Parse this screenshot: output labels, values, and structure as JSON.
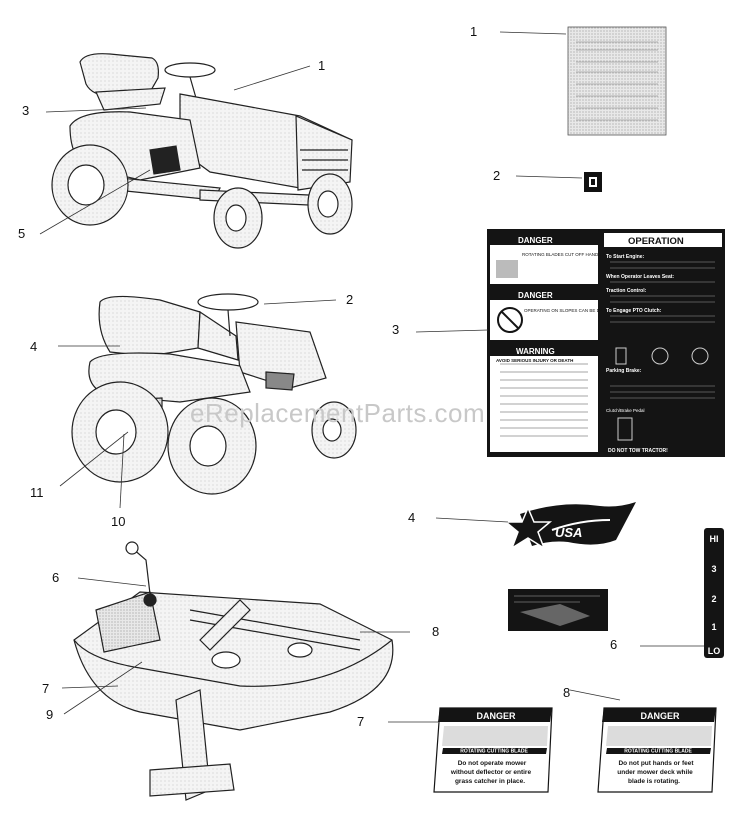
{
  "watermark": "eReplacementParts.com",
  "callouts": {
    "tractor1": {
      "c1": "1",
      "c3": "3",
      "c5": "5"
    },
    "tractor2": {
      "c2": "2",
      "c4": "4",
      "c11": "11",
      "c10": "10"
    },
    "deck": {
      "c6": "6",
      "c7": "7",
      "c9": "9",
      "c8": "8"
    },
    "labels": {
      "c1": "1",
      "c2": "2",
      "c3": "3",
      "c4": "4",
      "c6": "6",
      "c7": "7",
      "c8": "8"
    }
  },
  "operation_decal": {
    "danger1": "DANGER",
    "danger1_sub": "ROTATING BLADES CUT OFF HANDS AND FEET",
    "danger2": "DANGER",
    "danger2_sub": "OPERATING ON SLOPES CAN BE DANGEROUS",
    "warning": "WARNING",
    "warning_sub": "AVOID SERIOUS INJURY OR DEATH",
    "operation": "OPERATION",
    "to_start": "To Start Engine:",
    "leave_seat": "When Operator Leaves Seat:",
    "traction": "Traction Control:",
    "pto": "To Engage PTO Clutch:",
    "parking": "Parking Brake:",
    "clutch": "Clutch/Brake Pedal",
    "footer": "DO NOT TOW TRACTOR!"
  },
  "flag_text": "USA",
  "speed_decal": [
    "HI",
    "3",
    "2",
    "1",
    "LO"
  ],
  "danger_decal_7": {
    "title": "DANGER",
    "sub": "ROTATING CUTTING BLADE",
    "body": [
      "Do not operate mower",
      "without deflector or entire",
      "grass catcher in place."
    ]
  },
  "danger_decal_8": {
    "title": "DANGER",
    "sub": "ROTATING CUTTING BLADE",
    "body": [
      "Do not put hands or feet",
      "under mower deck while",
      "blade is rotating."
    ]
  }
}
